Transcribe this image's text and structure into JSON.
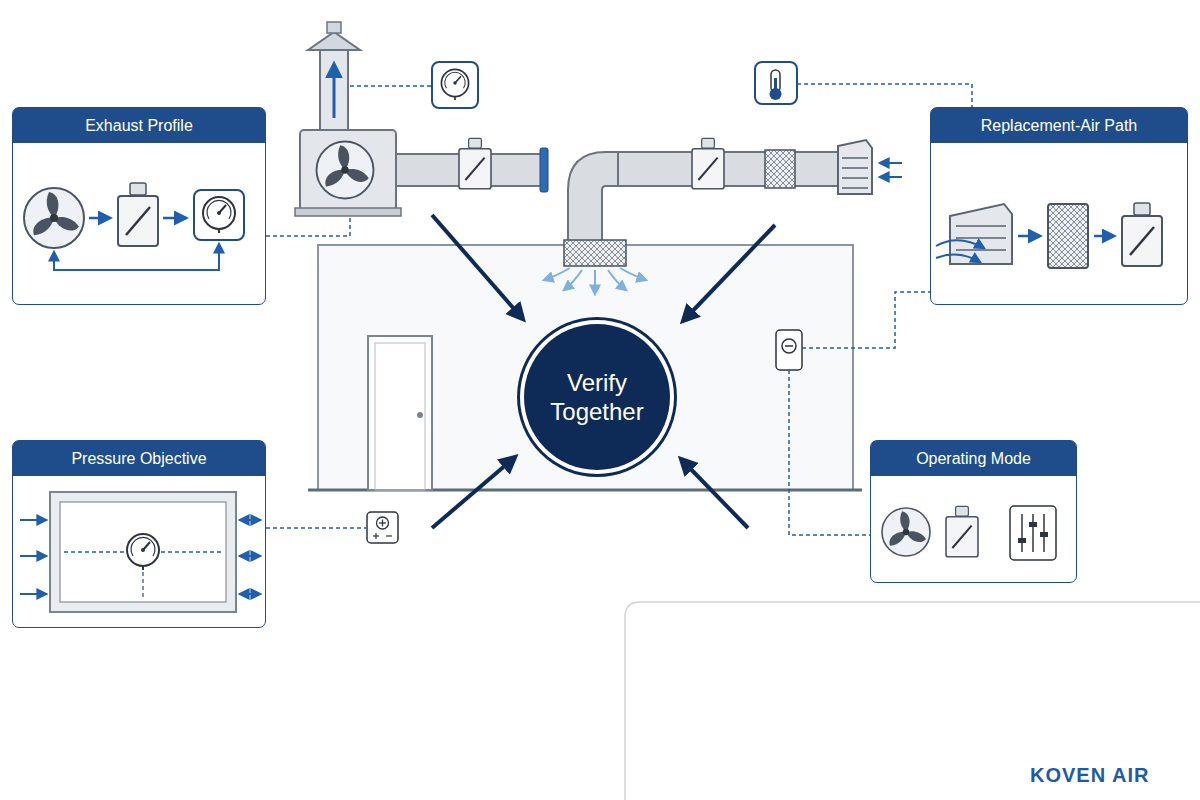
{
  "diagram": {
    "nodes": [
      {
        "text": [
          "Exhaust Profile"
        ]
      },
      {
        "text": [
          "Replacement-Air Path"
        ]
      },
      {
        "text": [
          "Verify Together"
        ]
      },
      {
        "text": [
          "Pressure Objective"
        ]
      },
      {
        "text": [
          "Operating Mode"
        ]
      }
    ],
    "labels": [
      "KOVEN AIR"
    ]
  }
}
